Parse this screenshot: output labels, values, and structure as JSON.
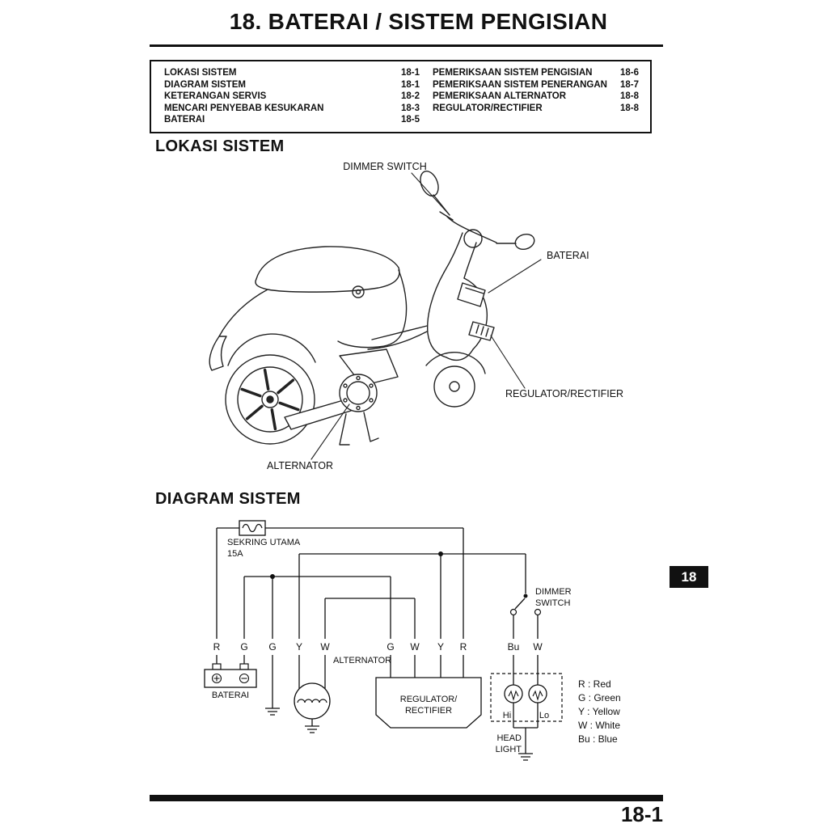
{
  "page": {
    "title": "18. BATERAI / SISTEM PENGISIAN",
    "chapter_tab": "18",
    "page_number": "18-1"
  },
  "colors": {
    "ink": "#111111",
    "paper": "#ffffff"
  },
  "toc": {
    "left": [
      {
        "label": "LOKASI SISTEM",
        "page": "18-1"
      },
      {
        "label": "DIAGRAM SISTEM",
        "page": "18-1"
      },
      {
        "label": "KETERANGAN SERVIS",
        "page": "18-2"
      },
      {
        "label": "MENCARI PENYEBAB KESUKARAN",
        "page": "18-3"
      },
      {
        "label": "BATERAI",
        "page": "18-5"
      }
    ],
    "right": [
      {
        "label": "PEMERIKSAAN SISTEM PENGISIAN",
        "page": "18-6"
      },
      {
        "label": "PEMERIKSAAN SISTEM PENERANGAN",
        "page": "18-7"
      },
      {
        "label": "PEMERIKSAAN ALTERNATOR",
        "page": "18-8"
      },
      {
        "label": "REGULATOR/RECTIFIER",
        "page": "18-8"
      }
    ]
  },
  "headings": {
    "lokasi": "LOKASI SISTEM",
    "diagram": "DIAGRAM SISTEM"
  },
  "illustration": {
    "labels": {
      "dimmer_switch": "DIMMER SWITCH",
      "baterai": "BATERAI",
      "regulator_rectifier": "REGULATOR/RECTIFIER",
      "alternator": "ALTERNATOR"
    }
  },
  "wiring": {
    "fuse": {
      "name": "SEKRING UTAMA",
      "rating": "15A"
    },
    "terminals": {
      "left": [
        "R",
        "G",
        "G",
        "Y",
        "W"
      ],
      "regulator": [
        "G",
        "W",
        "Y",
        "R"
      ],
      "dimmer": [
        "Bu",
        "W"
      ]
    },
    "dimmer_switch": [
      "DIMMER",
      "SWITCH"
    ],
    "battery_label": "BATERAI",
    "alternator_label": "ALTERNATOR",
    "regulator_lines": [
      "REGULATOR/",
      "RECTIFIER"
    ],
    "bulbs": {
      "hi": "Hi",
      "lo": "Lo"
    },
    "headlight": [
      "HEAD",
      "LIGHT"
    ],
    "legend": [
      "R : Red",
      "G : Green",
      "Y : Yellow",
      "W : White",
      "Bu : Blue"
    ]
  }
}
